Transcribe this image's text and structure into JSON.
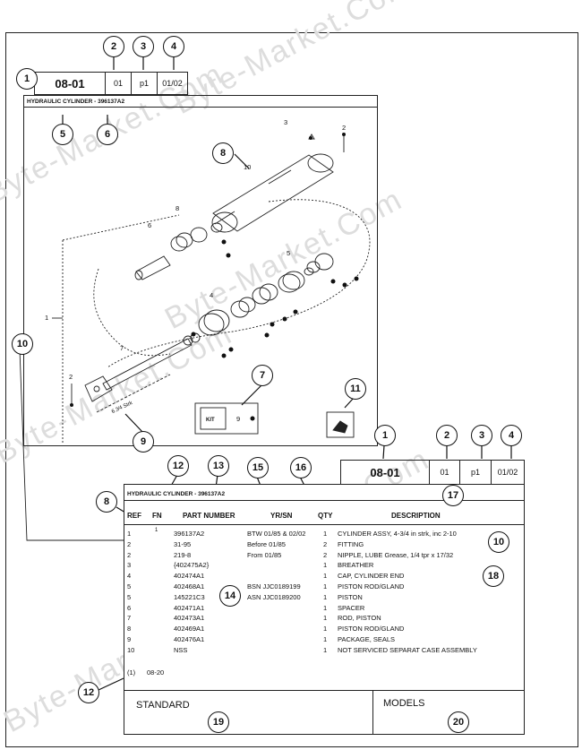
{
  "watermark": [
    "Byte-Market.Com",
    "Byte-Market.Com",
    "Byte-Market.Com",
    "Byte-Market.Com",
    "Byte-Market.Com",
    "Byte-Market.Com"
  ],
  "top_header": {
    "page": "08-01",
    "c2": "01",
    "c3": "p1",
    "c4": "01/02"
  },
  "diagram_title": "HYDRAULIC CYLINDER - 396137A2",
  "part_labels": {
    "p3": "3",
    "p2a": "2",
    "p8": "8",
    "p10": "10",
    "p6": "6",
    "p8b": "8",
    "p5": "5",
    "p4": "4",
    "p1": "1",
    "p7": "7",
    "p2b": "2",
    "p9": "9",
    "strk": "6.3⁄4 Strk"
  },
  "kit_label": "KIT",
  "bottom_header": {
    "page": "08-01",
    "c2": "01",
    "c3": "p1",
    "c4": "01/02"
  },
  "table_title": "HYDRAULIC CYLINDER - 396137A2",
  "columns": {
    "ref": "REF",
    "fn": "FN",
    "part": "PART NUMBER",
    "yrsn": "YR/SN",
    "qty": "QTY",
    "desc": "DESCRIPTION"
  },
  "rows": [
    {
      "ref": "1",
      "fn": "1",
      "part": "396137A2",
      "yrsn": "BTW 01/85 & 02/02",
      "qty": "1",
      "desc": "CYLINDER ASSY, 4-3/4 in strk, inc 2-10"
    },
    {
      "ref": "2",
      "fn": "",
      "part": "31-95",
      "yrsn": "Before 01/85",
      "qty": "2",
      "desc": "FITTING"
    },
    {
      "ref": "2",
      "fn": "",
      "part": "219-8",
      "yrsn": "From 01/85",
      "qty": "2",
      "desc": "NIPPLE, LUBE Grease, 1/4 tpr x 17/32"
    },
    {
      "ref": "3",
      "fn": "",
      "part": "{402475A2}",
      "yrsn": "",
      "qty": "1",
      "desc": "BREATHER"
    },
    {
      "ref": "4",
      "fn": "",
      "part": "402474A1",
      "yrsn": "",
      "qty": "1",
      "desc": "CAP, CYLINDER END"
    },
    {
      "ref": "5",
      "fn": "",
      "part": "402468A1",
      "yrsn": "BSN JJC0189199",
      "qty": "1",
      "desc": "PISTON ROD/GLAND"
    },
    {
      "ref": "5",
      "fn": "",
      "part": "145221C3",
      "yrsn": "ASN JJC0189200",
      "qty": "1",
      "desc": "PISTON"
    },
    {
      "ref": "6",
      "fn": "",
      "part": "402471A1",
      "yrsn": "",
      "qty": "1",
      "desc": "SPACER"
    },
    {
      "ref": "7",
      "fn": "",
      "part": "402473A1",
      "yrsn": "",
      "qty": "1",
      "desc": "ROD, PISTON"
    },
    {
      "ref": "8",
      "fn": "",
      "part": "402469A1",
      "yrsn": "",
      "qty": "1",
      "desc": "PISTON ROD/GLAND"
    },
    {
      "ref": "9",
      "fn": "",
      "part": "402476A1",
      "yrsn": "",
      "qty": "1",
      "desc": "PACKAGE, SEALS"
    },
    {
      "ref": "10",
      "fn": "",
      "part": "NSS",
      "yrsn": "",
      "qty": "1",
      "desc": "NOT SERVICED SEPARAT CASE ASSEMBLY"
    }
  ],
  "footnote": {
    "num": "(1)",
    "text": "08-20"
  },
  "footer": {
    "standard": "STANDARD",
    "models": "MODELS"
  },
  "callouts": {
    "c1": "1",
    "c2": "2",
    "c3": "3",
    "c4": "4",
    "c5": "5",
    "c6": "6",
    "c7": "7",
    "c8": "8",
    "c9": "9",
    "c10": "10",
    "c11": "11",
    "b1": "1",
    "b2": "2",
    "b3": "3",
    "b4": "4",
    "c12": "12",
    "c13": "13",
    "c15": "15",
    "c16": "16",
    "c17": "17",
    "c8b": "8",
    "c10b": "10",
    "c18": "18",
    "c14": "14",
    "c12b": "12",
    "c19": "19",
    "c20": "20"
  }
}
